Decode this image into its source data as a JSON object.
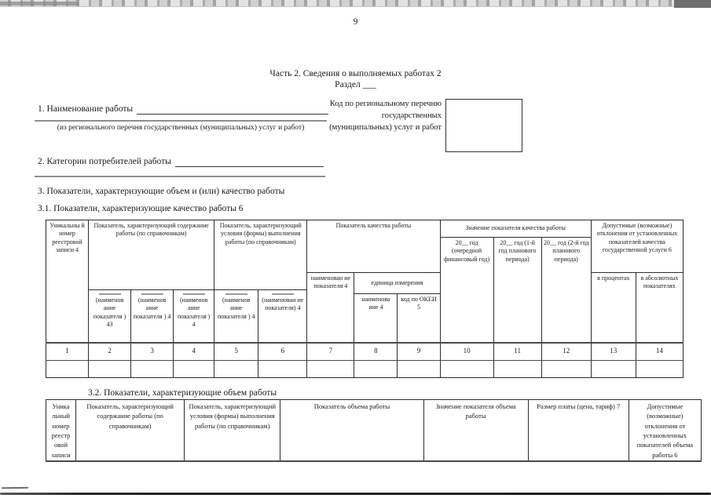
{
  "page": {
    "number": "9",
    "title": "Часть 2. Сведения о выполняемых работах 2",
    "section_line": "Раздел ___"
  },
  "form": {
    "field1_label": "1. Наименование работы",
    "field1_caption": "(из регионального перечня государственных (муниципальных) услуг и работ)",
    "field2_label": "2. Категории потребителей работы",
    "code_label": "Код по региональному перечню государственных (муниципальных) услуг и работ",
    "code_value": ""
  },
  "sections": {
    "s3": "3. Показатели, характеризующие объем и (или) качество работы",
    "s31": "3.1. Показатели, характеризующие качество работы 6",
    "s32": "3.2. Показатели, характеризующие объем работы"
  },
  "table31": {
    "col_unique": "Уникальны й номер реестровой записи 4",
    "group_content": "Показатель, характеризующий содержание работы (по справочникам)",
    "group_conditions": "Показатель, характеризующий условия (формы) выполнения работы (по справочникам)",
    "group_quality": "Показатель качества работы",
    "group_values": "Значение показателя качества работы",
    "group_deviation": "Допустимые (возможные) отклонения от установленных показателей качества государственной услуги 6",
    "sub_names": [
      "(наименов ание показателя ) 43",
      "(наименов ание показателя ) 4",
      "(наименов ание показателя ) 4",
      "(наименов ание показателя ) 4",
      "(наименован ие показателя) 4"
    ],
    "quality_name": "наименован ие показателя 4",
    "unit_group": "единица измерения",
    "unit_name": "наименова ние 4",
    "unit_code": "код по ОКЕИ 5",
    "years": [
      "20__ год (очередной финансовый год)",
      "20__ год (1-й год планового периода)",
      "20__ год (2-й год планового периода)"
    ],
    "dev_pct": "в процентах",
    "dev_abs": "в абсолютных показателях",
    "col_numbers": [
      "1",
      "2",
      "3",
      "4",
      "5",
      "6",
      "7",
      "8",
      "9",
      "10",
      "11",
      "12",
      "13",
      "14"
    ]
  },
  "table32": {
    "headers": [
      "Уника льный номер реестр овой записи",
      "Показатель, характеризующий содержание работы (по справочникам)",
      "Показатель, характеризующий условия (формы) выполнения работы (по справочникам)",
      "Показатель объема работы",
      "Значение показателя объема работы",
      "Размер платы (цена, тариф) 7",
      "Допустимые (возможные) отклонения от установленных показателей объема работы 6"
    ]
  }
}
